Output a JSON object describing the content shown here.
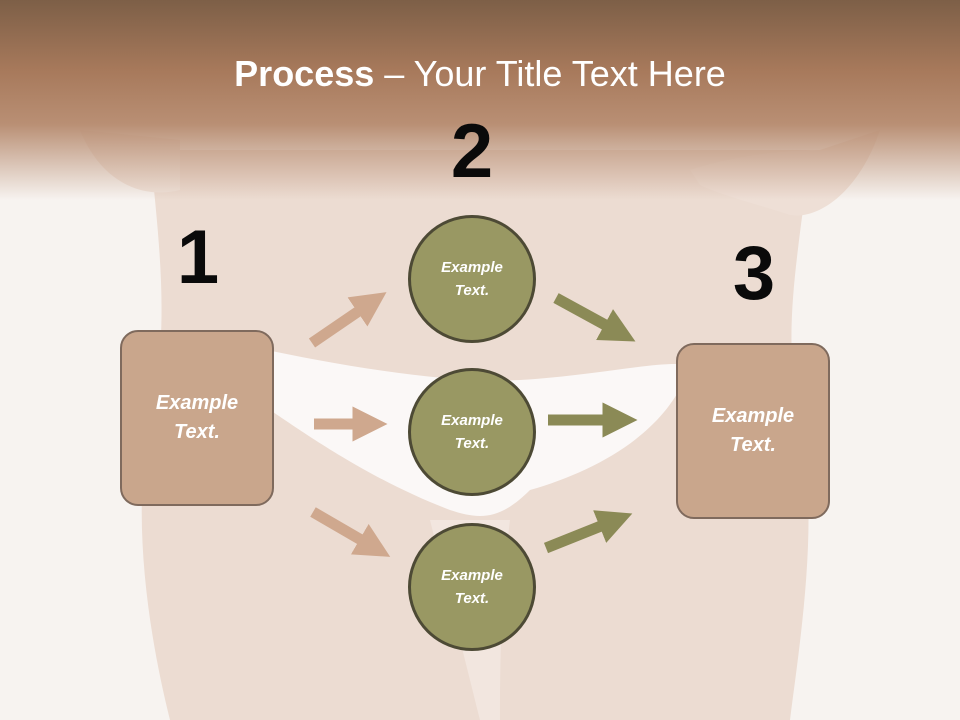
{
  "title": {
    "bold": "Process",
    "rest": " – Your Title Text Here"
  },
  "steps": [
    {
      "number": "1",
      "label_line1": "Example",
      "label_line2": "Text."
    },
    {
      "number": "2"
    },
    {
      "number": "3",
      "label_line1": "Example",
      "label_line2": "Text."
    }
  ],
  "circles": [
    {
      "label_line1": "Example",
      "label_line2": "Text."
    },
    {
      "label_line1": "Example",
      "label_line2": "Text."
    },
    {
      "label_line1": "Example",
      "label_line2": "Text."
    }
  ],
  "colors": {
    "box_fill": "#c9a68c",
    "circle_fill": "#999863",
    "tan_arrow": "#cfa88e",
    "olive_arrow": "#8b8a56"
  }
}
